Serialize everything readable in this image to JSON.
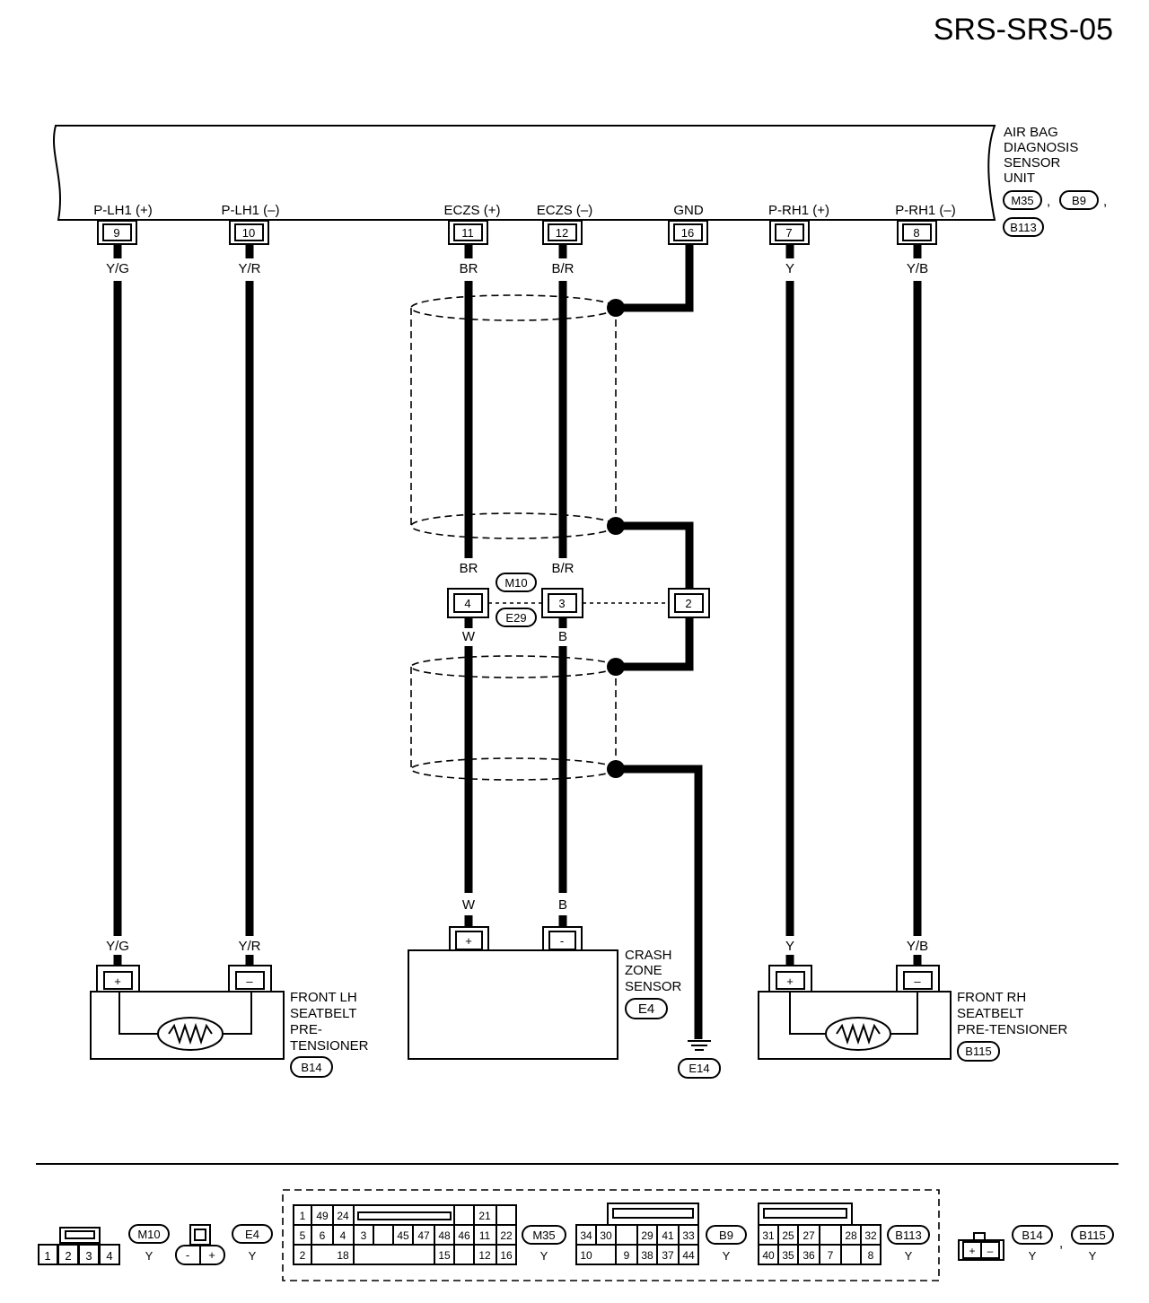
{
  "page_code": "SRS-SRS-05",
  "unit": {
    "label_lines": [
      "AIR BAG",
      "DIAGNOSIS",
      "SENSOR",
      "UNIT"
    ],
    "connectors": [
      "M35",
      "B9",
      "B113"
    ],
    "separator": ","
  },
  "terminals": [
    {
      "signal": "P-LH1 (+)",
      "pin": "9",
      "color": "Y/G"
    },
    {
      "signal": "P-LH1 (–)",
      "pin": "10",
      "color": "Y/R"
    },
    {
      "signal": "ECZS (+)",
      "pin": "11",
      "color": "BR"
    },
    {
      "signal": "ECZS (–)",
      "pin": "12",
      "color": "B/R"
    },
    {
      "signal": "GND",
      "pin": "16",
      "color": ""
    },
    {
      "signal": "P-RH1 (+)",
      "pin": "7",
      "color": "Y"
    },
    {
      "signal": "P-RH1 (–)",
      "pin": "8",
      "color": "Y/B"
    }
  ],
  "mid_connector": {
    "upper_colors": [
      "BR",
      "B/R"
    ],
    "pins": [
      "4",
      "3",
      "2"
    ],
    "lower_colors": [
      "W",
      "B"
    ],
    "connectors": [
      "M10",
      "E29"
    ]
  },
  "crash_zone_sensor": {
    "label_lines": [
      "CRASH",
      "ZONE",
      "SENSOR"
    ],
    "connector": "E4",
    "wire_colors": [
      "W",
      "B"
    ],
    "pins": [
      "+",
      "-"
    ]
  },
  "ground": {
    "connector": "E14"
  },
  "lh_pretensioner": {
    "label_lines": [
      "FRONT LH",
      "SEATBELT",
      "PRE-",
      "TENSIONER"
    ],
    "connector": "B14",
    "wire_colors": [
      "Y/G",
      "Y/R"
    ],
    "pins": [
      "+",
      "–"
    ]
  },
  "rh_pretensioner": {
    "label_lines": [
      "FRONT RH",
      "SEATBELT",
      "PRE-TENSIONER"
    ],
    "connector": "B115",
    "wire_colors": [
      "Y",
      "Y/B"
    ],
    "pins": [
      "+",
      "–"
    ]
  },
  "connector_views": {
    "m10": {
      "name": "M10",
      "color": "Y",
      "pins": [
        "1",
        "2",
        "3",
        "4"
      ]
    },
    "e4": {
      "name": "E4",
      "color": "Y",
      "pins": [
        "-",
        "+"
      ]
    },
    "m35": {
      "name": "M35",
      "color": "Y",
      "row1": [
        "1",
        "49",
        "24",
        "",
        "",
        "",
        "",
        "",
        "21",
        ""
      ],
      "row2": [
        "5",
        "6",
        "4",
        "3",
        "",
        "45",
        "47",
        "48",
        "46",
        "11",
        "22"
      ],
      "row3": [
        "2",
        "",
        "18",
        "",
        "",
        "",
        "",
        "15",
        "",
        "12",
        "16"
      ]
    },
    "b9": {
      "name": "B9",
      "color": "Y",
      "row2": [
        "34",
        "30",
        "",
        "29",
        "41",
        "33"
      ],
      "row3": [
        "10",
        "",
        "9",
        "38",
        "37",
        "44"
      ]
    },
    "b113": {
      "name": "B113",
      "color": "Y",
      "row2": [
        "31",
        "25",
        "27",
        "",
        "28",
        "32"
      ],
      "row3": [
        "40",
        "35",
        "36",
        "7",
        "",
        "8"
      ]
    },
    "b14_b115": {
      "names": [
        "B14",
        "B115"
      ],
      "colors": [
        "Y",
        "Y"
      ],
      "pins": [
        "+",
        "–"
      ],
      "separator": ","
    }
  }
}
